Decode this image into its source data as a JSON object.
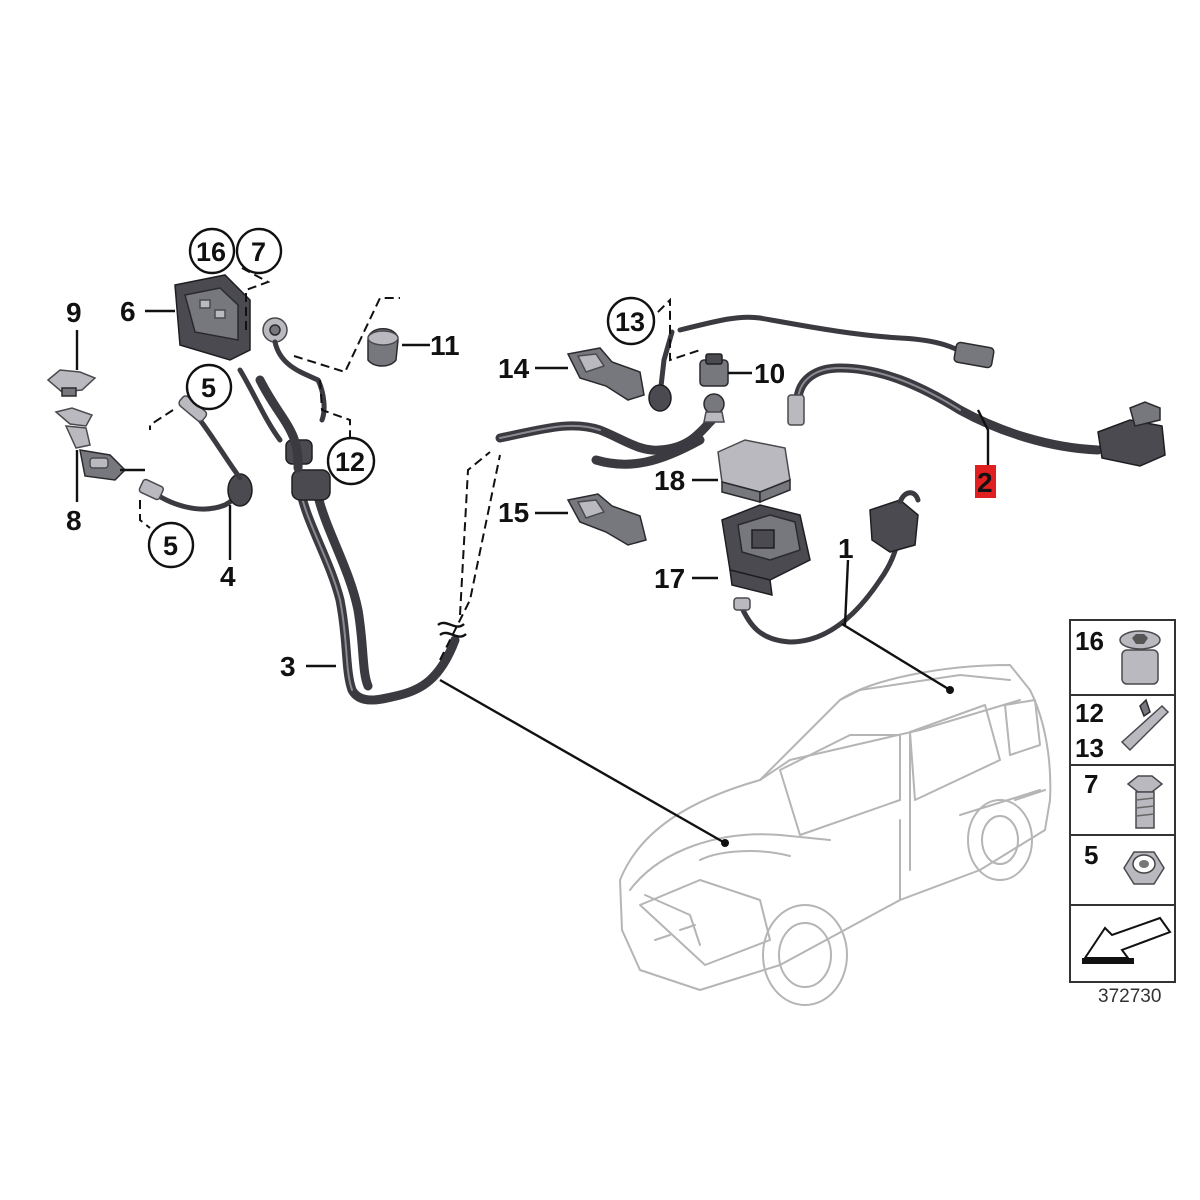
{
  "diagram_id": "372730",
  "callouts": {
    "c1": "1",
    "c2": "2",
    "c3": "3",
    "c4": "4",
    "c5a": "5",
    "c5b": "5",
    "c6": "6",
    "c7": "7",
    "c8": "8",
    "c9": "9",
    "c10": "10",
    "c11": "11",
    "c12": "12",
    "c13": "13",
    "c14": "14",
    "c15": "15",
    "c16": "16",
    "c17": "17",
    "c18": "18"
  },
  "highlighted_callout": "2",
  "highlight_color": "#e02020",
  "legend": [
    {
      "number": "16",
      "icon": "torx-bolt-icon"
    },
    {
      "number": "12",
      "icon": "cable-tie-icon"
    },
    {
      "number": "13",
      "icon": "cable-tie-icon"
    },
    {
      "number": "7",
      "icon": "hex-bolt-icon"
    },
    {
      "number": "5",
      "icon": "hex-nut-icon"
    },
    {
      "number": "",
      "icon": "direction-arrow-icon"
    }
  ]
}
